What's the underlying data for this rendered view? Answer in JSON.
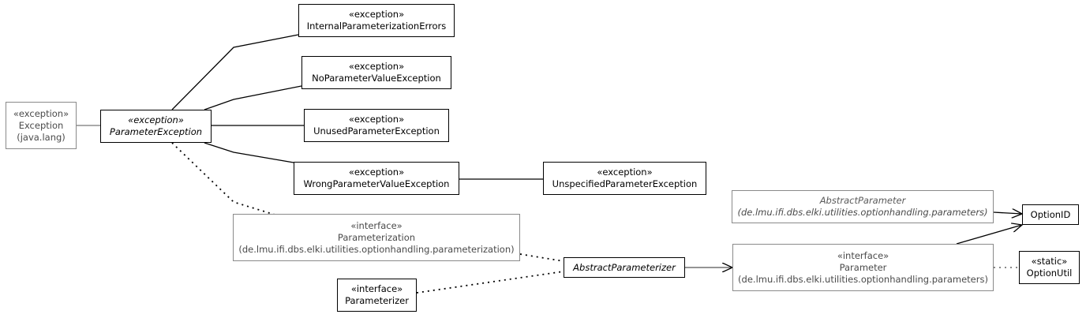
{
  "nodes": {
    "exception_java": {
      "stereotype": "«exception»",
      "name": "Exception",
      "package": "(java.lang)"
    },
    "parameter_exception": {
      "stereotype": "«exception»",
      "name": "ParameterException"
    },
    "internal_errors": {
      "stereotype": "«exception»",
      "name": "InternalParameterizationErrors"
    },
    "no_value": {
      "stereotype": "«exception»",
      "name": "NoParameterValueException"
    },
    "unused": {
      "stereotype": "«exception»",
      "name": "UnusedParameterException"
    },
    "wrong_value": {
      "stereotype": "«exception»",
      "name": "WrongParameterValueException"
    },
    "unspecified": {
      "stereotype": "«exception»",
      "name": "UnspecifiedParameterException"
    },
    "parameterization": {
      "stereotype": "«interface»",
      "name": "Parameterization",
      "package": "(de.lmu.ifi.dbs.elki.utilities.optionhandling.parameterization)"
    },
    "parameterizer": {
      "stereotype": "«interface»",
      "name": "Parameterizer"
    },
    "abstract_parameterizer": {
      "name": "AbstractParameterizer"
    },
    "abstract_parameter": {
      "name": "AbstractParameter",
      "package": "(de.lmu.ifi.dbs.elki.utilities.optionhandling.parameters)"
    },
    "parameter": {
      "stereotype": "«interface»",
      "name": "Parameter",
      "package": "(de.lmu.ifi.dbs.elki.utilities.optionhandling.parameters)"
    },
    "option_id": {
      "name": "OptionID"
    },
    "option_util": {
      "stereotype": "«static»",
      "name": "OptionUtil"
    }
  },
  "colors": {
    "line": "#000000",
    "external_border": "#8a8a8a",
    "external_text": "#4a4a4a"
  }
}
